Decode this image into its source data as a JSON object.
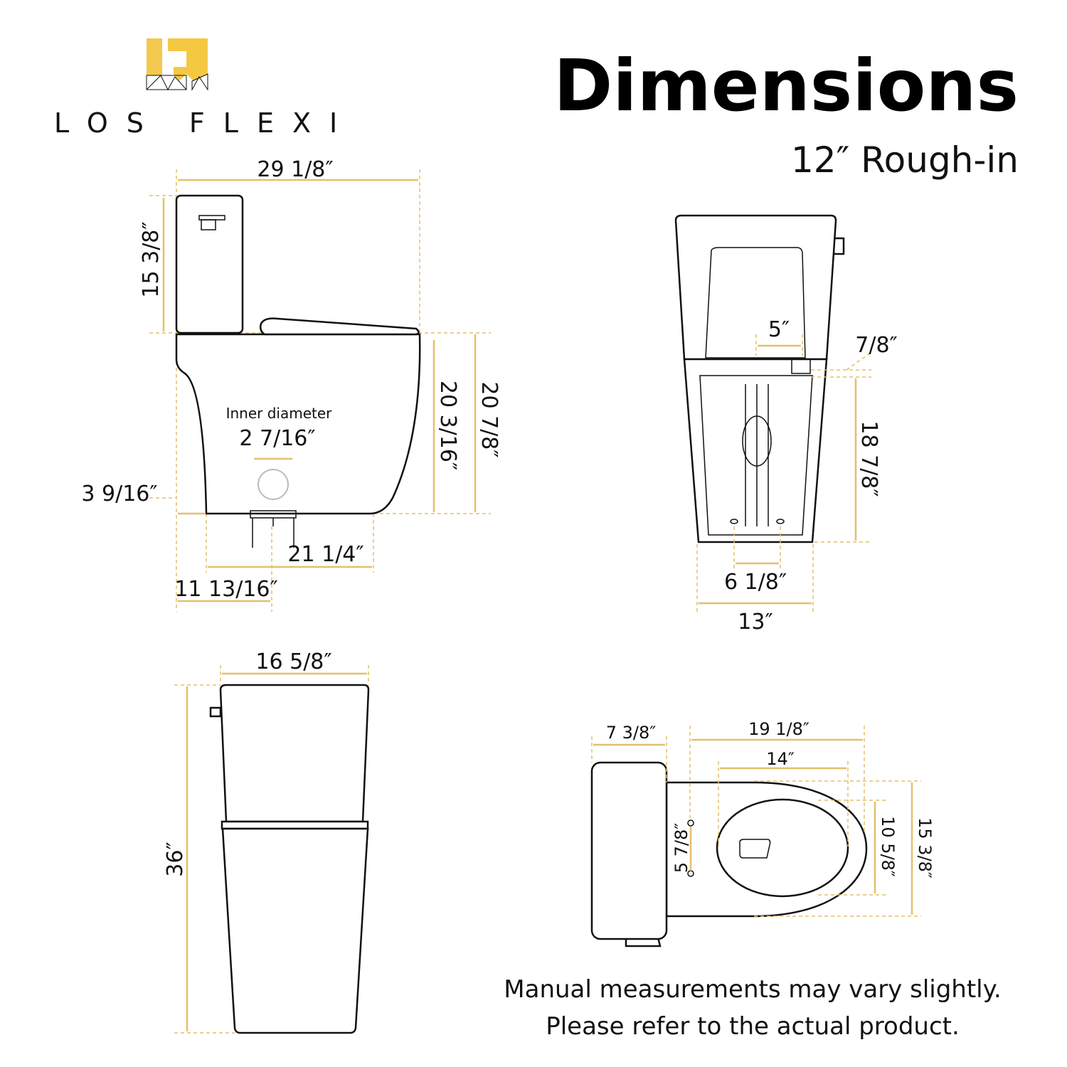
{
  "brand": {
    "name": "LOS FLEXI"
  },
  "header": {
    "title": "Dimensions",
    "subtitle": "12″ Rough-in"
  },
  "colors": {
    "dimension_lines": "#e3c06a",
    "outline": "#111111",
    "logo": "#f2c94c"
  },
  "side_view": {
    "overall_length": "29 1/8″",
    "tank_height": "15 3/8″",
    "inner_diameter_label": "Inner diameter",
    "inner_diameter": "2 7/16″",
    "bowl_height": "20 3/16″",
    "seat_height": "20 7/8″",
    "rear_offset": "3 9/16″",
    "base_length": "21 1/4″",
    "rough_in_center": "11 13/16″"
  },
  "front_view": {
    "bolt_spacing_top": "5″",
    "flange": "7/8″",
    "bowl_height": "18 7/8″",
    "bolt_spacing_bottom": "6 1/8″",
    "base_width": "13″"
  },
  "back_view": {
    "tank_width": "16 5/8″",
    "total_height": "36″"
  },
  "top_view": {
    "tank_depth": "7 3/8″",
    "bowl_length": "19 1/8″",
    "seat_opening_length": "14″",
    "bolt_spacing": "5 7/8″",
    "seat_opening_width": "10 5/8″",
    "bowl_width": "15 3/8″"
  },
  "footer": {
    "line1": "Manual measurements may vary slightly.",
    "line2": "Please refer to the actual product."
  }
}
